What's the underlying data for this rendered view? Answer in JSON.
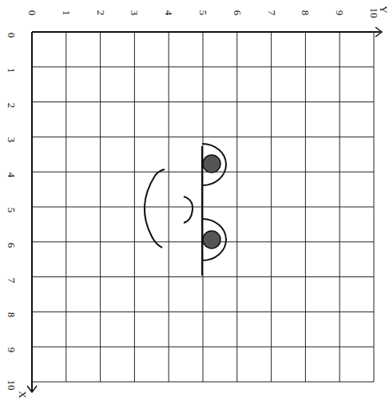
{
  "diagram": {
    "labels": [
      "0",
      "1",
      "2",
      "3",
      "4",
      "5",
      "6",
      "7",
      "8",
      "9",
      "10",
      "Y",
      "0",
      "1",
      "2",
      "3",
      "4",
      "5",
      "6",
      "7",
      "8",
      "9",
      "10",
      "X"
    ]
  }
}
